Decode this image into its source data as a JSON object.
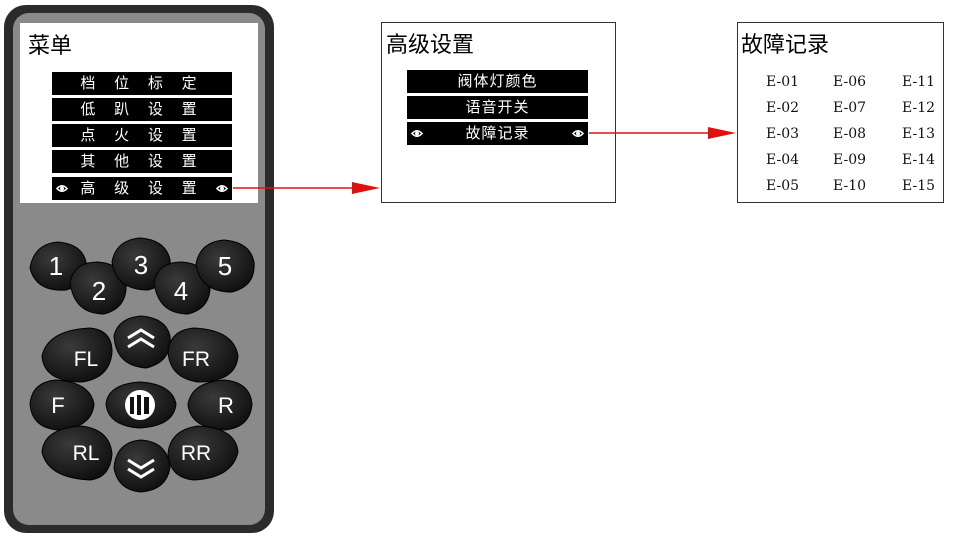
{
  "menu": {
    "title": "菜单",
    "items": [
      "档 位 标 定",
      "低 趴 设 置",
      "点 火 设 置",
      "其 他 设 置",
      "高 级 设 置"
    ],
    "selected_index": 4
  },
  "keypad": {
    "number_keys": [
      "1",
      "2",
      "3",
      "4",
      "5"
    ],
    "direction_keys": {
      "fl": "FL",
      "fr": "FR",
      "f": "F",
      "r": "R",
      "rl": "RL",
      "rr": "RR"
    },
    "up_icon": "double-chevron-up-icon",
    "down_icon": "double-chevron-down-icon",
    "center_icon": "logo-icon"
  },
  "advanced": {
    "title": "高级设置",
    "items": [
      "阀体灯颜色",
      "语音开关",
      "故障记录"
    ],
    "selected_index": 2
  },
  "faults": {
    "title": "故障记录",
    "codes": [
      [
        "E-01",
        "E-06",
        "E-11"
      ],
      [
        "E-02",
        "E-07",
        "E-12"
      ],
      [
        "E-03",
        "E-08",
        "E-13"
      ],
      [
        "E-04",
        "E-09",
        "E-14"
      ],
      [
        "E-05",
        "E-10",
        "E-15"
      ]
    ]
  },
  "colors": {
    "arrow": "#e01010",
    "device": "#8a8a8a",
    "key": "#1c1c1c"
  }
}
